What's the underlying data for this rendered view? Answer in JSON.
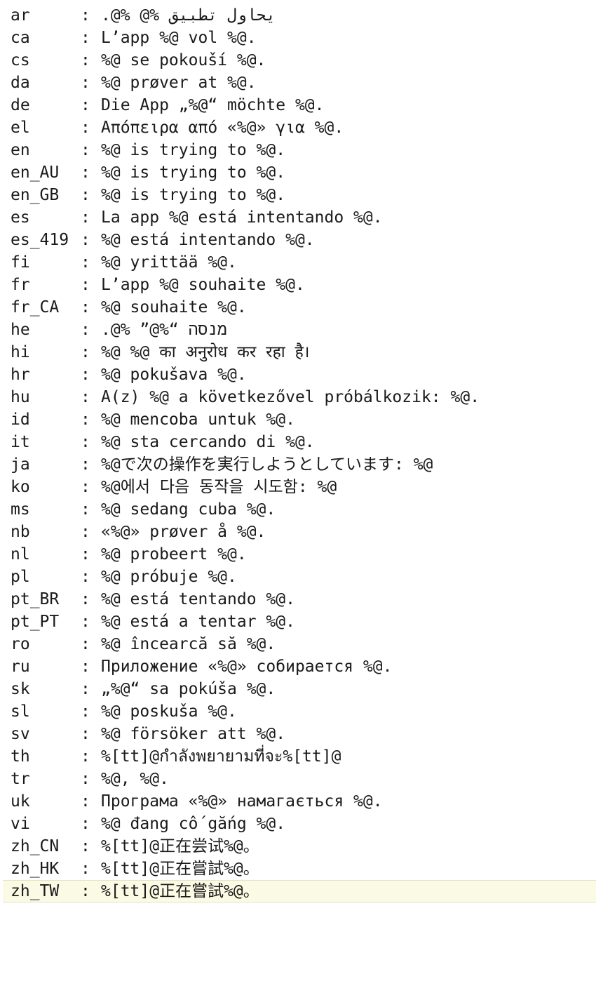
{
  "separator": ":",
  "lines": [
    {
      "code": "ar",
      "text": "يحاول تطبيق %@ %@."
    },
    {
      "code": "ca",
      "text": "L’app %@ vol %@."
    },
    {
      "code": "cs",
      "text": "%@ se pokouší %@."
    },
    {
      "code": "da",
      "text": "%@ prøver at %@."
    },
    {
      "code": "de",
      "text": "Die App „%@“ möchte %@."
    },
    {
      "code": "el",
      "text": "Απόπειρα από «%@» για %@."
    },
    {
      "code": "en",
      "text": "%@ is trying to %@."
    },
    {
      "code": "en_AU",
      "text": "%@ is trying to %@."
    },
    {
      "code": "en_GB",
      "text": "%@ is trying to %@."
    },
    {
      "code": "es",
      "text": "La app %@ está intentando %@."
    },
    {
      "code": "es_419",
      "text": "%@ está intentando %@."
    },
    {
      "code": "fi",
      "text": "%@ yrittää %@."
    },
    {
      "code": "fr",
      "text": "L’app %@ souhaite %@."
    },
    {
      "code": "fr_CA",
      "text": "%@ souhaite %@."
    },
    {
      "code": "he",
      "text": "מנסה “%@” %@."
    },
    {
      "code": "hi",
      "text": "%@ %@ का अनुरोध कर रहा है।"
    },
    {
      "code": "hr",
      "text": "%@ pokušava %@."
    },
    {
      "code": "hu",
      "text": "A(z) %@ a következővel próbálkozik: %@."
    },
    {
      "code": "id",
      "text": "%@ mencoba untuk %@."
    },
    {
      "code": "it",
      "text": "%@ sta cercando di %@."
    },
    {
      "code": "ja",
      "text": "%@で次の操作を実行しようとしています: %@"
    },
    {
      "code": "ko",
      "text": "%@에서 다음 동작을 시도함: %@"
    },
    {
      "code": "ms",
      "text": "%@ sedang cuba %@."
    },
    {
      "code": "nb",
      "text": "«%@» prøver å %@."
    },
    {
      "code": "nl",
      "text": "%@ probeert %@."
    },
    {
      "code": "pl",
      "text": "%@ próbuje %@."
    },
    {
      "code": "pt_BR",
      "text": "%@ está tentando %@."
    },
    {
      "code": "pt_PT",
      "text": "%@ está a tentar %@."
    },
    {
      "code": "ro",
      "text": "%@ încearcă să %@."
    },
    {
      "code": "ru",
      "text": "Приложение «%@» собирается %@."
    },
    {
      "code": "sk",
      "text": "„%@“ sa pokúša %@."
    },
    {
      "code": "sl",
      "text": "%@ poskuša %@."
    },
    {
      "code": "sv",
      "text": "%@ försöker att %@."
    },
    {
      "code": "th",
      "text": "%[tt]@กำลังพยายามที่จะ%[tt]@"
    },
    {
      "code": "tr",
      "text": "%@, %@."
    },
    {
      "code": "uk",
      "text": "Програма «%@» намагається %@."
    },
    {
      "code": "vi",
      "text": "%@ đang cố gắng %@."
    },
    {
      "code": "zh_CN",
      "text": "%[tt]@正在尝试%@。"
    },
    {
      "code": "zh_HK",
      "text": "%[tt]@正在嘗試%@。"
    },
    {
      "code": "zh_TW",
      "text": "%[tt]@正在嘗試%@。"
    }
  ]
}
